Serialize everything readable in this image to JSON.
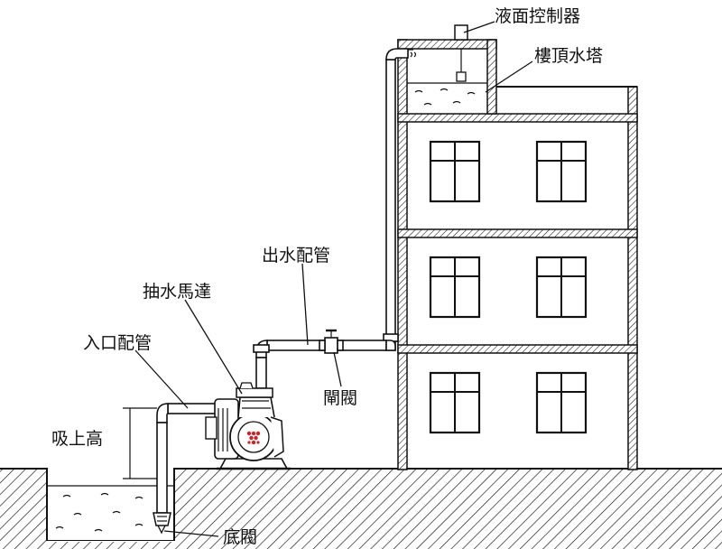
{
  "labels": {
    "level_controller": "液面控制器",
    "roof_tank": "樓頂水塔",
    "outlet_pipe": "出水配管",
    "pump_motor": "抽水馬達",
    "inlet_pipe": "入口配管",
    "gate_valve": "閘閥",
    "suction_height": "吸上高",
    "foot_valve": "底閥"
  },
  "colors": {
    "line": "#111111",
    "background": "#ffffff",
    "pump_accent": "#d42020"
  }
}
